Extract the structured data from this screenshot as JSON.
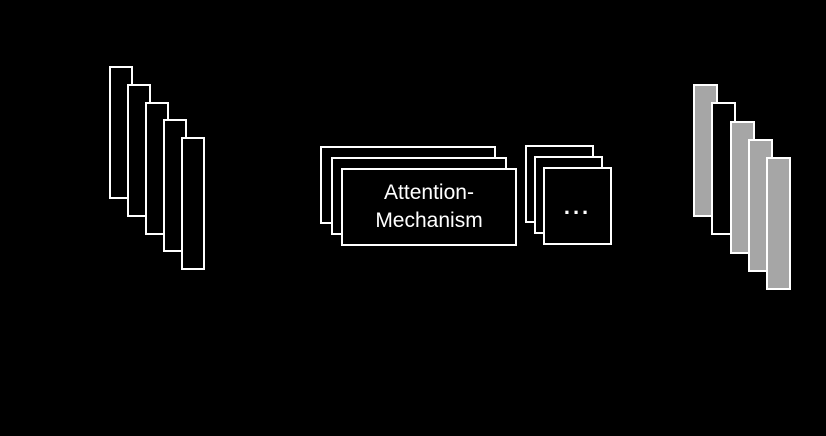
{
  "colors": {
    "background": "#000000",
    "outline": "#ffffff",
    "bar_gray": "#a6a6a6",
    "bar_black": "#000000",
    "text": "#ffffff"
  },
  "left_stack": {
    "count": 5,
    "fills": [
      "black",
      "black",
      "black",
      "black",
      "black"
    ]
  },
  "attention_stack": {
    "count": 3,
    "label_line1": "Attention-",
    "label_line2": "Mechanism"
  },
  "dots_stack": {
    "count": 3,
    "label": "..."
  },
  "right_stack": {
    "count": 5,
    "fills": [
      "gray",
      "black",
      "gray",
      "gray",
      "gray"
    ]
  }
}
